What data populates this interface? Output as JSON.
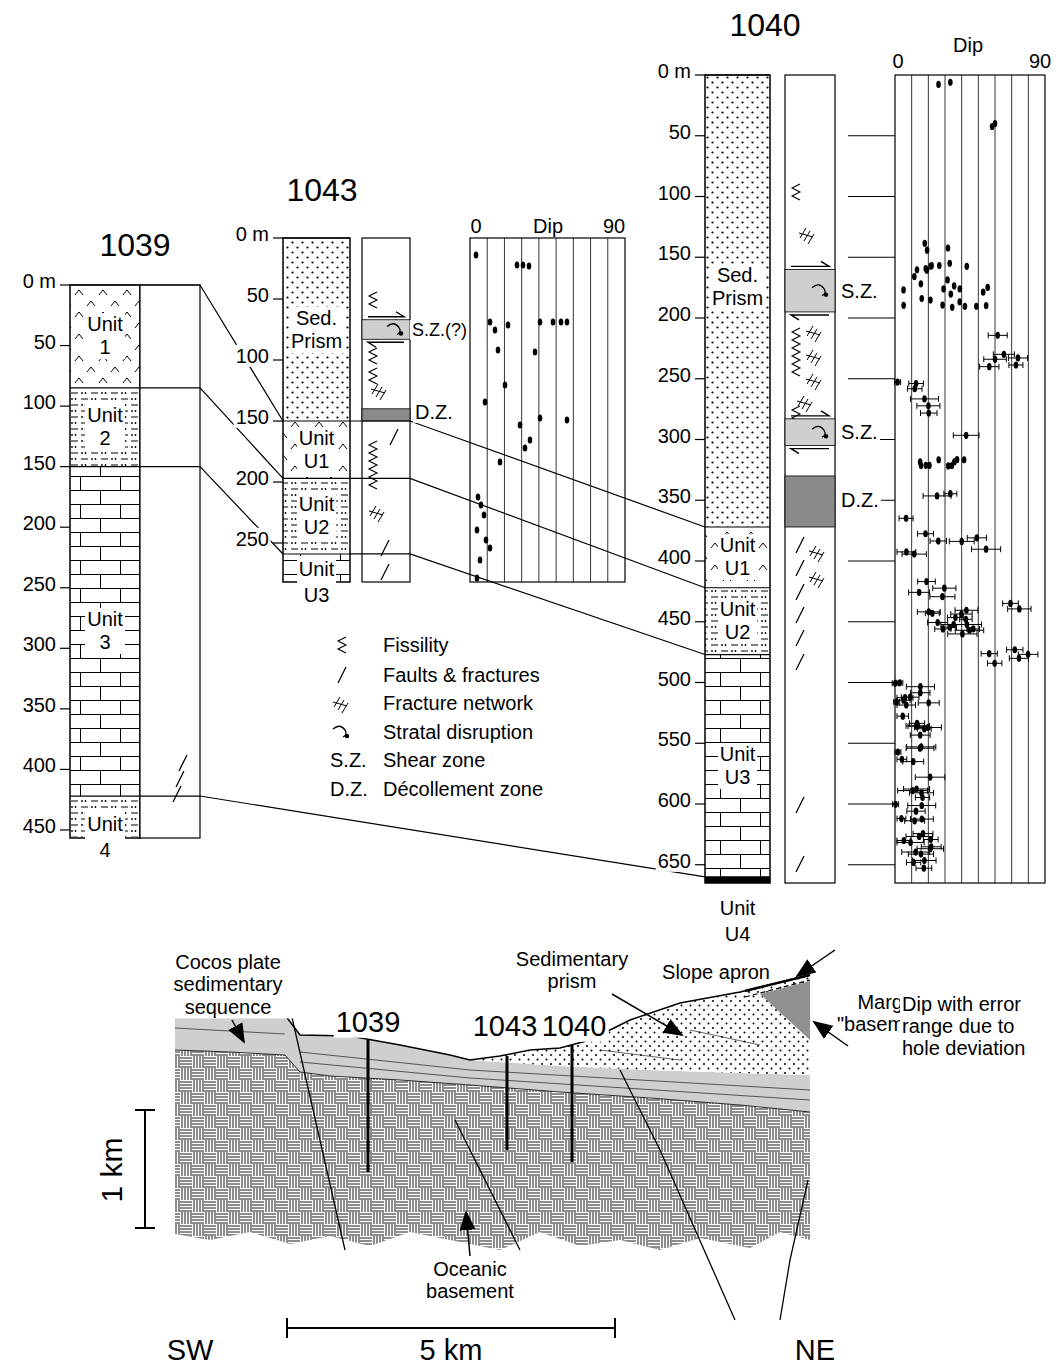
{
  "diagram": {
    "nodes": [
      {
        "text": [
          "1039"
        ]
      },
      {
        "text": [
          "Unit 1"
        ],
        "in": 0
      },
      {
        "text": [
          "Unit 2"
        ],
        "in": 0
      },
      {
        "text": [
          "Unit 3"
        ],
        "in": 0
      },
      {
        "text": [
          "Unit 4"
        ],
        "in": 0
      },
      {
        "text": [
          "1043"
        ]
      },
      {
        "text": [
          "Sed. Prism"
        ],
        "in": 5
      },
      {
        "text": [
          "Unit U1"
        ],
        "in": 5
      },
      {
        "text": [
          "Unit U2"
        ],
        "in": 5
      },
      {
        "text": [
          "Unit U3"
        ],
        "in": 5
      },
      {
        "text": [
          "1040"
        ]
      },
      {
        "text": [
          "Sed. Prism"
        ],
        "in": 10
      },
      {
        "text": [
          "Unit U1"
        ],
        "in": 10
      },
      {
        "text": [
          "Unit U2"
        ],
        "in": 10
      },
      {
        "text": [
          "Unit U3"
        ],
        "in": 10
      },
      {
        "text": [
          "Unit U4"
        ],
        "in": 10
      }
    ],
    "edges": [
      {
        "from": 1,
        "to": 7,
        "arrow": "none"
      },
      {
        "from": 2,
        "to": 8,
        "arrow": "none"
      },
      {
        "from": 3,
        "to": 9,
        "arrow": "none"
      },
      {
        "from": 7,
        "to": 12,
        "arrow": "none"
      },
      {
        "from": 8,
        "to": 13,
        "arrow": "none"
      },
      {
        "from": 9,
        "to": 14,
        "arrow": "none"
      },
      {
        "from": 4,
        "to": 15,
        "arrow": "none"
      }
    ],
    "labels": [
      "0 m",
      "50",
      "100",
      "150",
      "200",
      "250",
      "300",
      "350",
      "400",
      "450",
      "0 m",
      "50",
      "100",
      "150",
      "200",
      "250",
      "Dip",
      "0",
      "90",
      "S.Z.(?)",
      "D.Z.",
      "0 m",
      "50",
      "100",
      "150",
      "200",
      "250",
      "300",
      "350",
      "400",
      "450",
      "500",
      "550",
      "600",
      "650",
      "Dip",
      "0",
      "90",
      "S.Z.",
      "S.Z.",
      "D.Z.",
      "S.Z.",
      "D.Z.",
      "Cocos plate sedimentary sequence",
      "1039",
      "1043",
      "1040",
      "Sedimentary prism",
      "Slope apron",
      "Margin \"basement\"",
      "Oceanic basement",
      "1 km",
      "5 km",
      "SW",
      "NE"
    ],
    "legend": [
      {
        "text": "Fissility"
      },
      {
        "text": "Faults & fractures"
      },
      {
        "text": "Fracture network"
      },
      {
        "text": "Stratal disruption"
      },
      {
        "text": "Shear zone"
      },
      {
        "text": "Décollement zone"
      },
      {
        "text": "Dip with error range due to hole deviation"
      }
    ]
  }
}
